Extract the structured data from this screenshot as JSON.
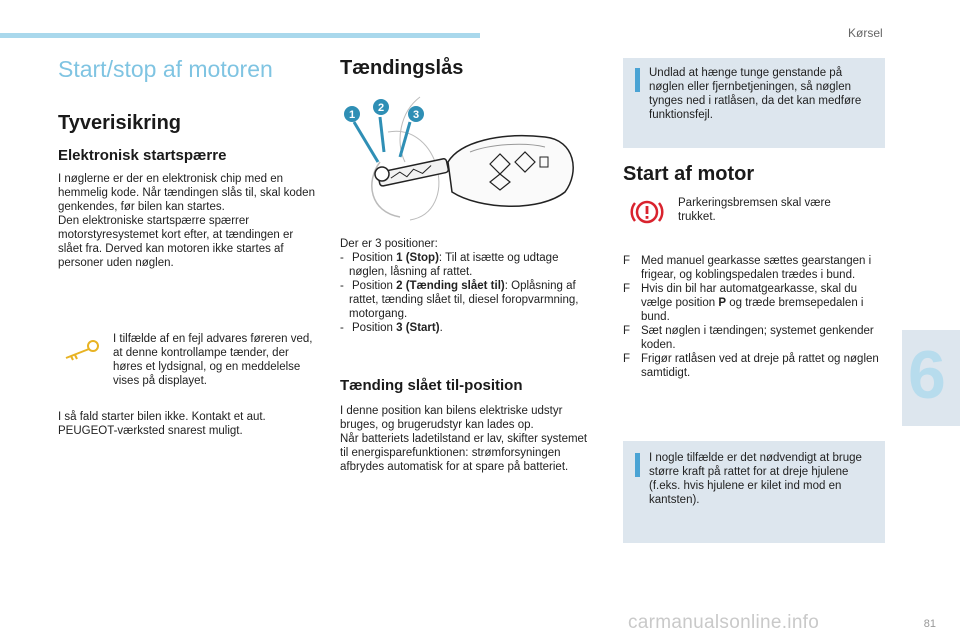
{
  "header": {
    "section": "Kørsel",
    "chapter_number": "6",
    "page_number": "81"
  },
  "left": {
    "title": "Start/stop af motoren",
    "h_tyveri": "Tyverisikring",
    "h_elektronisk": "Elektronisk startspærre",
    "para1": "I nøglerne er der en elektronisk chip med en hemmelig kode. Når tændingen slås til, skal koden genkendes, før bilen kan startes.",
    "para2": "Den elektroniske startspærre spærrer motorstyresystemet kort efter, at tændingen er slået fra. Derved kan motoren ikke startes af personer uden nøglen.",
    "warn_text": "I tilfælde af en fejl advares føreren ved, at denne kontrollampe tænder, der høres et lydsignal, og en meddelelse vises på displayet.",
    "para3": "I så fald starter bilen ikke. Kontakt et aut. PEUGEOT-værksted snarest muligt."
  },
  "middle": {
    "h_taending": "Tændingslås",
    "key_labels": [
      "1",
      "2",
      "3"
    ],
    "positions_intro": "Der er 3 positioner:",
    "positions": [
      {
        "prefix": "Position ",
        "bold": "1 (Stop)",
        "rest": ": Til at isætte og udtage nøglen, låsning af rattet."
      },
      {
        "prefix": "Position ",
        "bold": "2 (Tænding slået til)",
        "rest": ": Oplåsning af rattet, tænding slået til, diesel foropvarmning, motorgang."
      },
      {
        "prefix": "Position ",
        "bold": "3 (Start)",
        "rest": "."
      }
    ],
    "h_taend_slaet": "Tænding slået til-position",
    "para_a": "I denne position kan bilens elektriske udstyr bruges, og brugerudstyr kan lades op.",
    "para_b": "Når batteriets ladetilstand er lav, skifter systemet til energisparefunktionen: strømforsyningen afbrydes automatisk for at spare på batteriet."
  },
  "right": {
    "info1": "Undlad at hænge tunge genstande på nøglen eller fjernbetjeningen, så nøglen tynges ned i ratlåsen, da det kan medføre funktionsfejl.",
    "h_start": "Start af motor",
    "park_text": "Parkeringsbremsen skal være trukket.",
    "steps": [
      {
        "text": "Med manuel gearkasse sættes gearstangen i frigear, og koblingspedalen trædes i bund.",
        "bold": ""
      },
      {
        "pre": "Hvis din bil har automatgearkasse, skal du vælge position ",
        "bold": "P",
        "post": " og træde bremsepedalen i bund."
      },
      {
        "text": "Sæt nøglen i tændingen; systemet genkender koden.",
        "bold": ""
      },
      {
        "text": "Frigør ratlåsen ved at dreje på rattet og nøglen samtidigt.",
        "bold": ""
      }
    ],
    "bullet_glyph": "F",
    "info2": "I nogle tilfælde er det nødvendigt at bruge større kraft på rattet for at dreje hjulene (f.eks. hvis hjulene er kilet ind mod en kantsten)."
  },
  "watermark": "carmanualsonline.info",
  "colors": {
    "title_blue": "#7fc4e2",
    "info_blue": "#4aa3d4",
    "warn_red": "#d9232e",
    "box_bg": "#dde6ee",
    "badge_teal": "#2f8fb5"
  }
}
